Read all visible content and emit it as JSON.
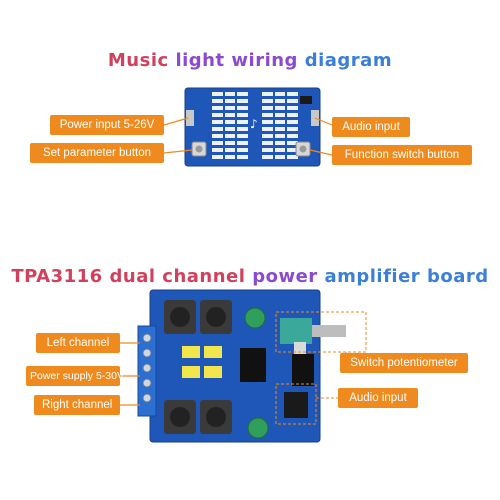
{
  "titles": {
    "music_light": [
      {
        "text": "Music",
        "color": "#d0415d"
      },
      {
        "text": "light",
        "color": "#8a4bd0"
      },
      {
        "text": "wiring",
        "color": "#3b7fd6"
      },
      {
        "text": "diagram",
        "color": "#3b7fd6"
      }
    ],
    "amplifier": [
      {
        "text": "TPA3116",
        "color": "#d0415d"
      },
      {
        "text": "dual",
        "color": "#d0415d"
      },
      {
        "text": "channel",
        "color": "#d0415d"
      },
      {
        "text": "power",
        "color": "#8a4bd0"
      },
      {
        "text": "amplifier",
        "color": "#3b7fd6"
      },
      {
        "text": "board",
        "color": "#3b7fd6"
      }
    ]
  },
  "labels": {
    "power_input": "Power input 5-26V",
    "set_parameter": "Set parameter button",
    "audio_input_top": "Audio input",
    "function_switch": "Function switch button",
    "left_channel": "Left channel",
    "power_supply": "Power supply 5-30V",
    "right_channel": "Right channel",
    "switch_pot": "Switch potentiometer",
    "audio_input_bottom": "Audio input"
  },
  "colors": {
    "label_bg": "#ee8a1e",
    "board_blue": "#1f57b8",
    "line": "#ee8a1e"
  }
}
